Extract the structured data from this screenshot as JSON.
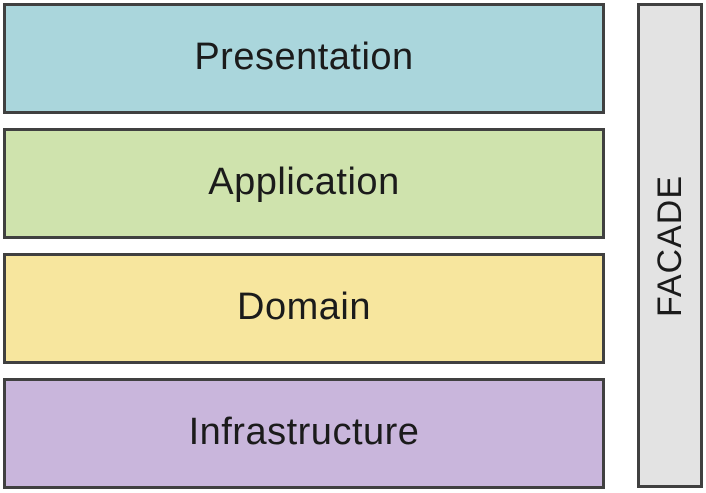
{
  "diagram": {
    "background": "#ffffff",
    "border_color": "#404040",
    "text_color": "#1b1b1b",
    "layers": [
      {
        "label": "Presentation",
        "fill": "#aad6dc"
      },
      {
        "label": "Application",
        "fill": "#cfe3ad"
      },
      {
        "label": "Domain",
        "fill": "#f7e69e"
      },
      {
        "label": "Infrastructure",
        "fill": "#c9b6dc"
      }
    ],
    "facade": {
      "label": "FACADE",
      "fill": "#e3e3e3"
    }
  }
}
